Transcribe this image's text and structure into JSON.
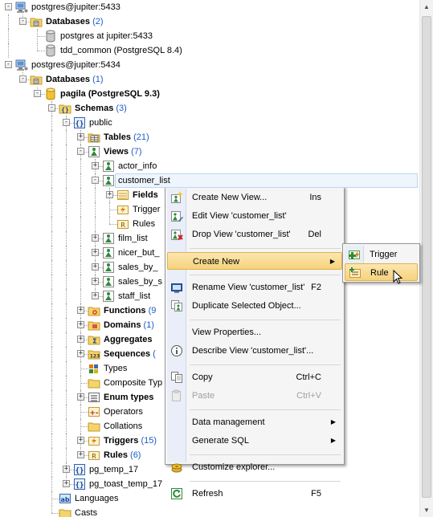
{
  "tree": {
    "rows": [
      {
        "label": "postgres@jupiter:5433",
        "count": "",
        "bold": false,
        "icon": "server-icon",
        "exp": "-",
        "level": 0
      },
      {
        "label": "Databases",
        "count": "(2)",
        "bold": true,
        "icon": "folder-icon",
        "exp": "-",
        "level": 1
      },
      {
        "label": "postgres at jupiter:5433",
        "count": "",
        "bold": false,
        "icon": "database-icon-gray",
        "exp": "",
        "level": 2
      },
      {
        "label": "tdd_common (PostgreSQL 8.4)",
        "count": "",
        "bold": false,
        "icon": "database-icon-gray",
        "exp": "",
        "level": 2
      },
      {
        "label": "postgres@jupiter:5434",
        "count": "",
        "bold": false,
        "icon": "server-icon",
        "exp": "-",
        "level": 0
      },
      {
        "label": "Databases",
        "count": "(1)",
        "bold": true,
        "icon": "folder-icon",
        "exp": "-",
        "level": 1
      },
      {
        "label": "pagila (PostgreSQL 9.3)",
        "count": "",
        "bold": true,
        "icon": "database-icon-yellow",
        "exp": "-",
        "level": 2
      },
      {
        "label": "Schemas",
        "count": "(3)",
        "bold": true,
        "icon": "folder-schema-icon",
        "exp": "-",
        "level": 3
      },
      {
        "label": "public",
        "count": "",
        "bold": false,
        "icon": "schema-icon",
        "exp": "-",
        "level": 4
      },
      {
        "label": "Tables",
        "count": "(21)",
        "bold": true,
        "icon": "table-icon",
        "exp": "+",
        "level": 5
      },
      {
        "label": "Views",
        "count": "(7)",
        "bold": true,
        "icon": "view-icon",
        "exp": "-",
        "level": 5
      },
      {
        "label": "actor_info",
        "count": "",
        "bold": false,
        "icon": "view-icon",
        "exp": "+",
        "level": 6
      },
      {
        "label": "customer_list",
        "count": "",
        "bold": false,
        "icon": "view-icon",
        "exp": "-",
        "level": 6
      },
      {
        "label": "Fields",
        "count": "",
        "bold": true,
        "icon": "fields-icon",
        "exp": "+",
        "level": 7
      },
      {
        "label": "Trigger",
        "count": "",
        "bold": false,
        "icon": "trigger-icon",
        "exp": "",
        "level": 7
      },
      {
        "label": "Rules",
        "count": "",
        "bold": false,
        "icon": "rules-icon",
        "exp": "",
        "level": 7
      },
      {
        "label": "film_list",
        "count": "",
        "bold": false,
        "icon": "view-icon",
        "exp": "+",
        "level": 6
      },
      {
        "label": "nicer_but_",
        "count": "",
        "bold": false,
        "icon": "view-icon",
        "exp": "+",
        "level": 6
      },
      {
        "label": "sales_by_",
        "count": "",
        "bold": false,
        "icon": "view-icon",
        "exp": "+",
        "level": 6
      },
      {
        "label": "sales_by_s",
        "count": "",
        "bold": false,
        "icon": "view-icon",
        "exp": "+",
        "level": 6
      },
      {
        "label": "staff_list",
        "count": "",
        "bold": false,
        "icon": "view-icon",
        "exp": "+",
        "level": 6
      },
      {
        "label": "Functions",
        "count": "(9",
        "bold": true,
        "icon": "function-icon",
        "exp": "+",
        "level": 5
      },
      {
        "label": "Domains",
        "count": "(1)",
        "bold": true,
        "icon": "domain-icon",
        "exp": "+",
        "level": 5
      },
      {
        "label": "Aggregates",
        "count": "",
        "bold": true,
        "icon": "aggregate-icon",
        "exp": "+",
        "level": 5
      },
      {
        "label": "Sequences",
        "count": "(",
        "bold": true,
        "icon": "sequence-icon",
        "exp": "+",
        "level": 5
      },
      {
        "label": "Types",
        "count": "",
        "bold": false,
        "icon": "types-icon",
        "exp": "",
        "level": 5
      },
      {
        "label": "Composite Typ",
        "count": "",
        "bold": false,
        "icon": "composite-type-icon",
        "exp": "",
        "level": 5
      },
      {
        "label": "Enum types",
        "count": "",
        "bold": true,
        "icon": "enum-icon",
        "exp": "+",
        "level": 5
      },
      {
        "label": "Operators",
        "count": "",
        "bold": false,
        "icon": "operator-icon",
        "exp": "",
        "level": 5
      },
      {
        "label": "Collations",
        "count": "",
        "bold": false,
        "icon": "collation-icon",
        "exp": "",
        "level": 5
      },
      {
        "label": "Triggers",
        "count": "(15)",
        "bold": true,
        "icon": "trigger-icon",
        "exp": "+",
        "level": 5
      },
      {
        "label": "Rules",
        "count": "(6)",
        "bold": true,
        "icon": "rules-icon",
        "exp": "+",
        "level": 5
      },
      {
        "label": "pg_temp_17",
        "count": "",
        "bold": false,
        "icon": "schema-icon",
        "exp": "+",
        "level": 4
      },
      {
        "label": "pg_toast_temp_17",
        "count": "",
        "bold": false,
        "icon": "schema-icon",
        "exp": "+",
        "level": 4
      },
      {
        "label": "Languages",
        "count": "",
        "bold": false,
        "icon": "language-icon",
        "exp": "",
        "level": 3
      },
      {
        "label": "Casts",
        "count": "",
        "bold": false,
        "icon": "cast-icon",
        "exp": "",
        "level": 3
      }
    ]
  },
  "context_menu": {
    "items": [
      {
        "label": "Create New View...",
        "shortcut": "Ins",
        "icon": "create-view-icon",
        "state": "normal",
        "submenu": false
      },
      {
        "label": "Edit View 'customer_list'",
        "shortcut": "",
        "icon": "edit-view-icon",
        "state": "normal",
        "submenu": false
      },
      {
        "label": "Drop View 'customer_list'",
        "shortcut": "Del",
        "icon": "drop-view-icon",
        "state": "normal",
        "submenu": false
      },
      {
        "sep": true
      },
      {
        "label": "Create New",
        "shortcut": "",
        "icon": "",
        "state": "highlighted",
        "submenu": true
      },
      {
        "sep": true
      },
      {
        "label": "Rename View 'customer_list'",
        "shortcut": "F2",
        "icon": "rename-icon",
        "state": "normal",
        "submenu": false
      },
      {
        "label": "Duplicate Selected Object...",
        "shortcut": "",
        "icon": "duplicate-icon",
        "state": "normal",
        "submenu": false
      },
      {
        "sep": true
      },
      {
        "label": "View Properties...",
        "shortcut": "",
        "icon": "",
        "state": "normal",
        "submenu": false
      },
      {
        "label": "Describe View 'customer_list'...",
        "shortcut": "",
        "icon": "info-icon",
        "state": "normal",
        "submenu": false
      },
      {
        "sep": true
      },
      {
        "label": "Copy",
        "shortcut": "Ctrl+C",
        "icon": "copy-icon",
        "state": "normal",
        "submenu": false
      },
      {
        "label": "Paste",
        "shortcut": "Ctrl+V",
        "icon": "paste-icon",
        "state": "disabled",
        "submenu": false
      },
      {
        "sep": true
      },
      {
        "label": "Data management",
        "shortcut": "",
        "icon": "",
        "state": "normal",
        "submenu": true
      },
      {
        "label": "Generate SQL",
        "shortcut": "",
        "icon": "",
        "state": "normal",
        "submenu": true
      },
      {
        "sep": true
      },
      {
        "label": "Customize explorer...",
        "shortcut": "",
        "icon": "customize-icon",
        "state": "normal",
        "submenu": false
      },
      {
        "sep": true
      },
      {
        "label": "Refresh",
        "shortcut": "F5",
        "icon": "refresh-icon",
        "state": "normal",
        "submenu": false
      }
    ]
  },
  "submenu": {
    "items": [
      {
        "label": "Trigger",
        "icon": "trigger-add-icon",
        "state": "normal"
      },
      {
        "label": "Rule",
        "icon": "rule-add-icon",
        "state": "highlighted"
      }
    ]
  },
  "colors": {
    "count_blue": "#1c5bc7",
    "highlight": "#f6d27c",
    "selection": "#eef5fd"
  }
}
